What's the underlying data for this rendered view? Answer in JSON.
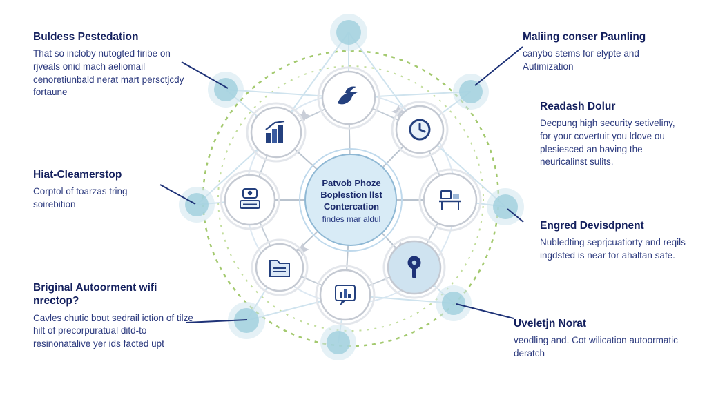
{
  "colors": {
    "navy": "#1e3277",
    "title_text": "#14205e",
    "body_text": "#2c3a7e",
    "ring_green": "#a3c96e",
    "ring_green_light": "#c2dd9c",
    "mesh_gray": "#b9c3ce",
    "mesh_blue": "#cfe3ee",
    "node_border": "#c4c9d2",
    "glow_blue": "#9fcfdd",
    "center_fill": "#d8ebf6",
    "center_border": "#8fb8d4"
  },
  "center": {
    "title": "Patvob Phoze Boplestion llst Contercation",
    "subtitle": "findes mar aldul"
  },
  "icons": [
    "dove-icon",
    "bar-chart-icon",
    "clock-icon",
    "workstation-icon",
    "device-icon",
    "folder-icon",
    "chart-bubble-icon",
    "key-icon",
    "sparkle-icon"
  ],
  "labels": [
    {
      "title": "Buldess Pestedation",
      "body": "That so incloby nutogted firibe on rjveals onid mach aeliomail cenoretiunbald nerat mart persctjcdy fortaune"
    },
    {
      "title": "Maliing conser Paunling",
      "body": "canybo stems for elypte and Autimization"
    },
    {
      "title": "Readash Dolur",
      "body": "Decpung high security setiveliny, for your covertuit you ldove ou plesiesced an baving the neuricalinst sulits."
    },
    {
      "title": "Engred Devisdpnent",
      "body": "Nubledting seprjcuatiorty and reqils ingdsted is near for ahaltan safe."
    },
    {
      "title": "Uveletjn Norat",
      "body": "veodling and. Cot wilication autoormatic deratch"
    },
    {
      "title": "Hiat-Cleamerstop",
      "body": "Corptol of toarzas tring soirebition"
    },
    {
      "title": "Briginal Autoorment wifi nrectop?",
      "body": "Cavles chutic bout sedrail iction of tilze hilt of precorpuratual ditd-to resinonatalive yer ids facted upt"
    }
  ]
}
